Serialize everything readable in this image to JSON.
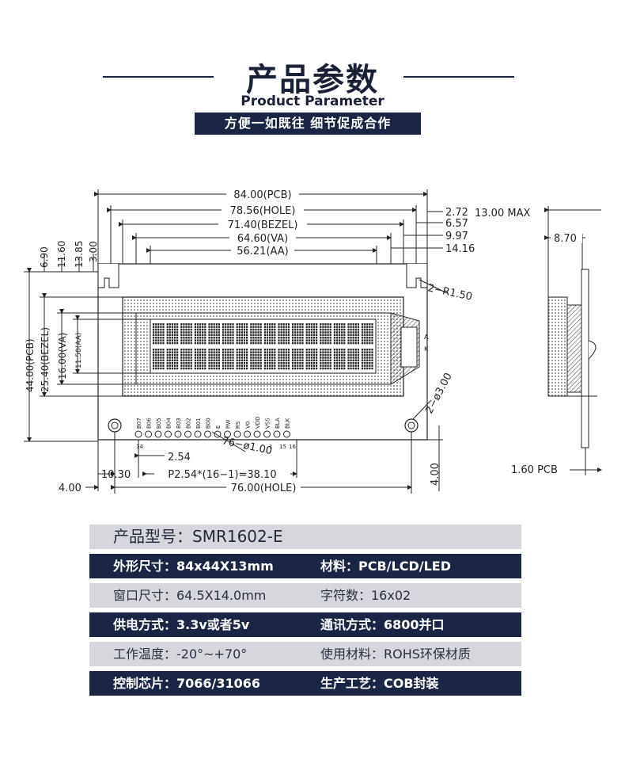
{
  "header": {
    "title_cn": "产品参数",
    "title_en": "Product Parameter",
    "slogan": "方便一如既往  细节促成合作"
  },
  "drawing": {
    "top_dims": [
      "84.00(PCB)",
      "78.56(HOLE)",
      "71.40(BEZEL)",
      "64.60(VA)",
      "56.21(AA)"
    ],
    "right_dims": [
      "2.72",
      "6.57",
      "9.97",
      "14.16"
    ],
    "vertical_dims_top": [
      "6.90",
      "11.60",
      "13.85",
      "3.00"
    ],
    "vertical_dims_side": [
      "44.00(PCB)",
      "25.40(BEZEL)",
      "16.00(VA)",
      "11.50(AA)"
    ],
    "radius": "2−R1.50",
    "hole_dia": "2−ø3.00",
    "pin_dia": "76−ø1.00",
    "pin_labels": [
      "B07",
      "B06",
      "B05",
      "B04",
      "B03",
      "B02",
      "B01",
      "B00",
      "E",
      "RW",
      "RS",
      "V0",
      "VDD",
      "VSS",
      "BLA",
      "BLK"
    ],
    "pin_nums": [
      "14",
      "1",
      "15",
      "16"
    ],
    "bottom_dims": [
      "2.54",
      "10.30",
      "P2.54*(16−1)=38.10",
      "4.00",
      "76.00(HOLE)",
      "4.00"
    ],
    "side_view": {
      "max_label": "13.00  MAX",
      "dim1": "8.70",
      "pcb": "1.60  PCB",
      "leds": [
        "A",
        "K"
      ]
    }
  },
  "specs": {
    "model": "产品型号：SMR1602-E",
    "rows": [
      {
        "left": "外形尺寸：84x44X13mm",
        "right": "材料：PCB/LCD/LED",
        "style": "dark"
      },
      {
        "left": "窗口尺寸：64.5X14.0mm",
        "right": "字符数：16x02",
        "style": "light"
      },
      {
        "left": "供电方式：3.3v或者5v",
        "right": "通讯方式：6800并口",
        "style": "dark"
      },
      {
        "left": "工作温度：-20°~+70°",
        "right": "使用材料：ROHS环保材质",
        "style": "light"
      },
      {
        "left": "控制芯片：7066/31066",
        "right": "生产工艺：COB封装",
        "style": "dark"
      }
    ]
  }
}
